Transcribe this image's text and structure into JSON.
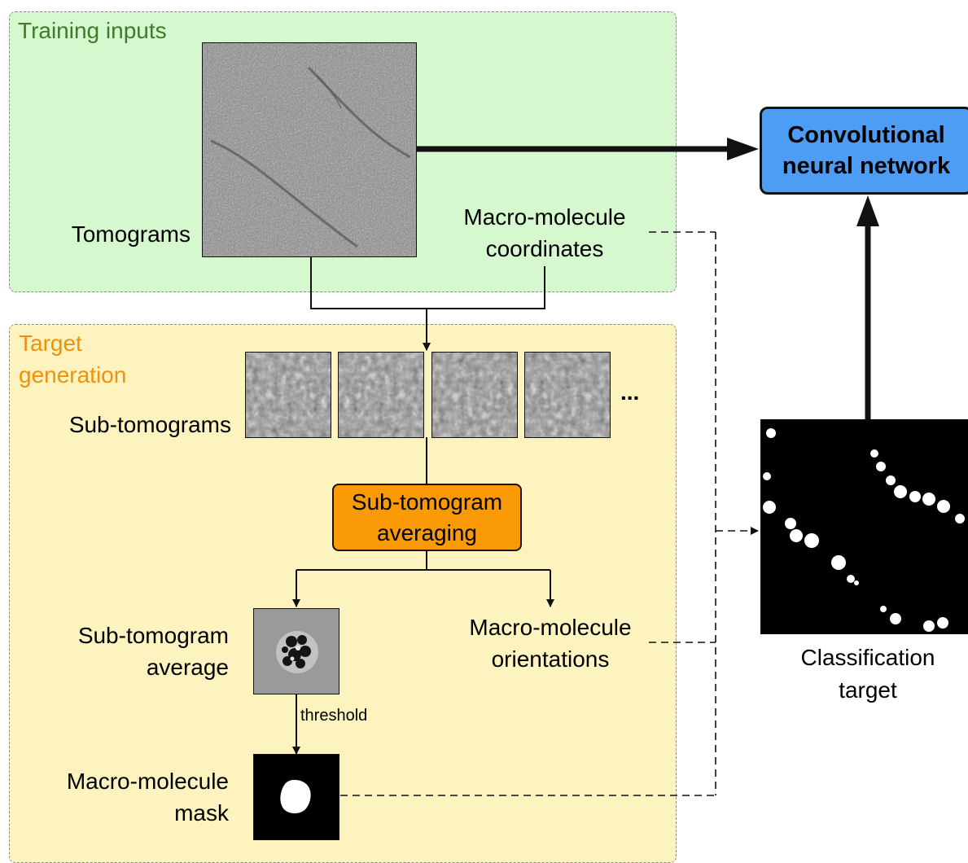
{
  "training": {
    "title": "Training inputs",
    "tomograms_label": "Tomograms",
    "coords_label_1": "Macro-molecule",
    "coords_label_2": "coordinates",
    "color": "#d6f8cf",
    "title_color": "#3f7a2a"
  },
  "target": {
    "title_1": "Target",
    "title_2": "generation",
    "subtomograms_label": "Sub-tomograms",
    "ellipsis": "...",
    "averaging_1": "Sub-tomogram",
    "averaging_2": "averaging",
    "average_label_1": "Sub-tomogram",
    "average_label_2": "average",
    "orientations_1": "Macro-molecule",
    "orientations_2": "orientations",
    "threshold_label": "threshold",
    "mask_label_1": "Macro-molecule",
    "mask_label_2": "mask",
    "color": "#fdf3bf",
    "title_color": "#f0900d",
    "averaging_color": "#f99a06"
  },
  "cnn": {
    "label_1": "Convolutional",
    "label_2": "neural network",
    "color": "#4d9df5"
  },
  "classification": {
    "label_1": "Classification",
    "label_2": "target"
  },
  "icons": [
    "tomogram-image",
    "sub-tomogram-image",
    "average-image",
    "mask-image",
    "classification-target-image"
  ]
}
